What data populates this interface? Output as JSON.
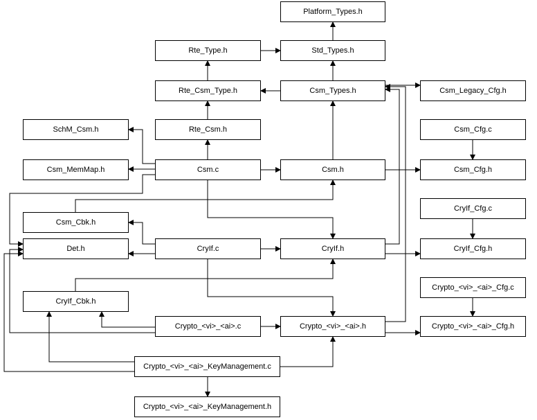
{
  "diagram": {
    "colors": {
      "line": "#000000",
      "box_fill": "#ffffff",
      "box_border": "#000000"
    },
    "nodes": {
      "platform_types_h": "Platform_Types.h",
      "rte_type_h": "Rte_Type.h",
      "std_types_h": "Std_Types.h",
      "rte_csm_type_h": "Rte_Csm_Type.h",
      "csm_types_h": "Csm_Types.h",
      "csm_legacy_cfg_h": "Csm_Legacy_Cfg.h",
      "schm_csm_h": "SchM_Csm.h",
      "rte_csm_h": "Rte_Csm.h",
      "csm_cfg_c": "Csm_Cfg.c",
      "csm_memmap_h": "Csm_MemMap.h",
      "csm_c": "Csm.c",
      "csm_h": "Csm.h",
      "csm_cfg_h": "Csm_Cfg.h",
      "csm_cbk_h": "Csm_Cbk.h",
      "cryif_cfg_c": "CryIf_Cfg.c",
      "det_h": "Det.h",
      "cryif_c": "CryIf.c",
      "cryif_h": "CryIf.h",
      "cryif_cfg_h": "CryIf_Cfg.h",
      "crypto_cfg_c": "Crypto_<vi>_<ai>_Cfg.c",
      "cryif_cbk_h": "CryIf_Cbk.h",
      "crypto_c": "Crypto_<vi>_<ai>.c",
      "crypto_h": "Crypto_<vi>_<ai>.h",
      "crypto_cfg_h": "Crypto_<vi>_<ai>_Cfg.h",
      "crypto_keymgmt_c": "Crypto_<vi>_<ai>_KeyManagement.c",
      "crypto_keymgmt_h": "Crypto_<vi>_<ai>_KeyManagement.h"
    }
  }
}
